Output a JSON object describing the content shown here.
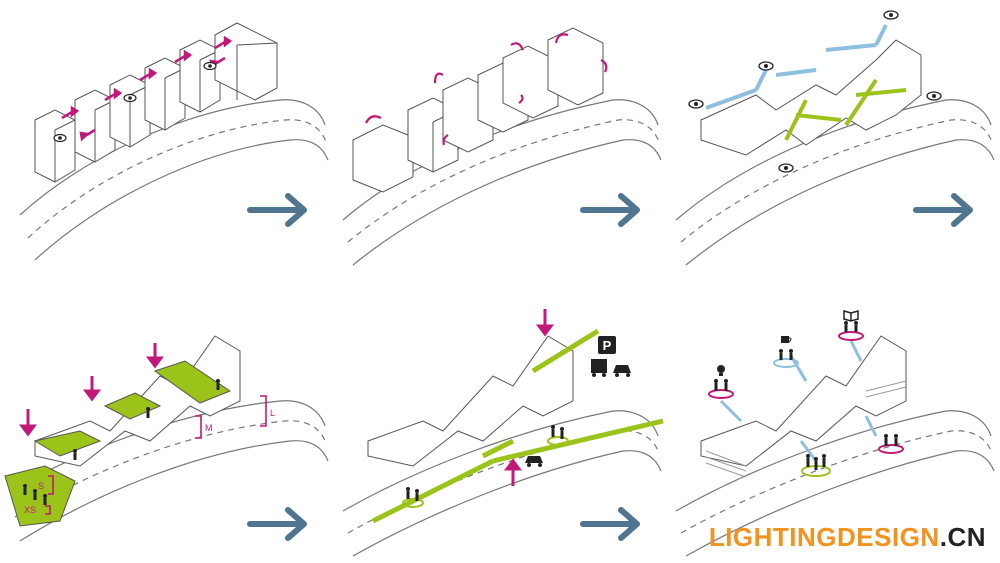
{
  "diagram": {
    "steps": [
      {
        "id": 1,
        "label": "",
        "arrow_to_next": true
      },
      {
        "id": 2,
        "label": "",
        "arrow_to_next": true
      },
      {
        "id": 3,
        "label": "",
        "arrow_to_next": true
      },
      {
        "id": 4,
        "label": "",
        "arrow_to_next": true
      },
      {
        "id": 5,
        "label": "",
        "arrow_to_next": true
      },
      {
        "id": 6,
        "label": "",
        "arrow_to_next": false
      }
    ],
    "size_labels": {
      "xs": "XS",
      "s": "S",
      "m": "M",
      "l": "L"
    },
    "parking_sign": "P",
    "colors": {
      "magenta": "#c2187a",
      "blue": "#8fbfe0",
      "green": "#9bc31a",
      "step_arrow": "#4f7590",
      "outline": "#555555",
      "road": "#777777"
    }
  },
  "watermark": {
    "part1": "LIGHTINGDESIGN",
    "part2": ".CN"
  }
}
